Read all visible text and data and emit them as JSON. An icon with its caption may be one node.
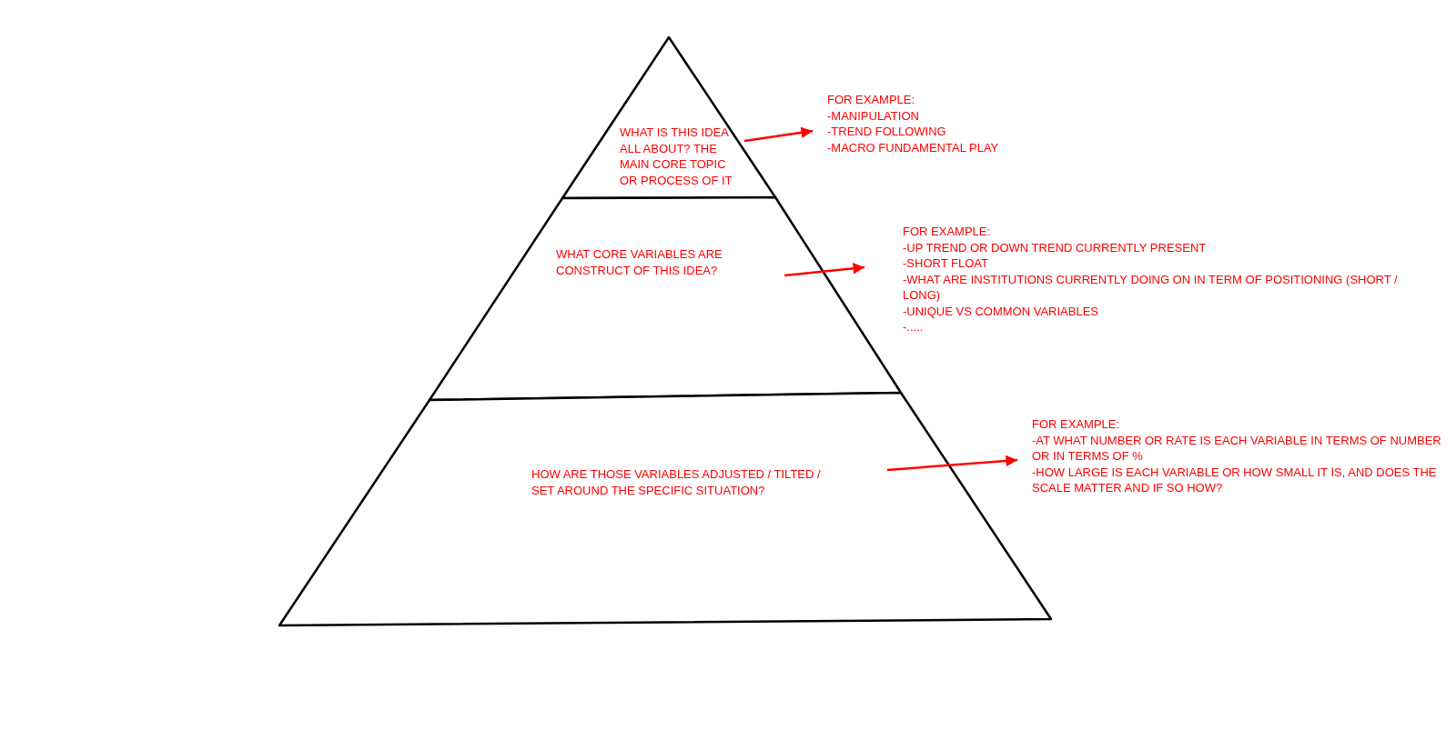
{
  "diagram": {
    "nodes": [
      {
        "text": [
          "WHAT IS THIS IDEA ALL ABOUT? THE MAIN CORE TOPIC OR PROCESS OF IT"
        ]
      },
      {
        "text": [
          "WHAT CORE VARIABLES ARE CONSTRUCT OF THIS IDEA?"
        ]
      },
      {
        "text": [
          "HOW ARE THOSE VARIABLES ADJUSTED / TILTED / SET AROUND THE SPECIFIC SITUATION?"
        ]
      },
      {
        "text": [
          "FOR EXAMPLE:",
          "-MANIPULATION",
          "-TREND FOLLOWING",
          "-MACRO FUNDAMENTAL PLAY"
        ]
      },
      {
        "text": [
          "FOR EXAMPLE:",
          "-UP TREND OR DOWN TREND CURRENTLY PRESENT",
          "-SHORT FLOAT",
          "-WHAT ARE INSTITUTIONS CURRENTLY DOING ON IN TERM OF POSITIONING (SHORT / LONG)",
          "-UNIQUE VS COMMON VARIABLES",
          "-....."
        ]
      },
      {
        "text": [
          "FOR EXAMPLE:",
          "-AT WHAT NUMBER OR RATE IS EACH VARIABLE IN TERMS OF NUMBER OR IN TERMS OF %",
          "-HOW LARGE IS EACH VARIABLE OR HOW SMALL IT IS, AND DOES THE SCALE MATTER AND IF SO HOW?"
        ]
      }
    ],
    "edges": [
      {
        "from": 0,
        "to": 3,
        "arrow": "to"
      },
      {
        "from": 1,
        "to": 4,
        "arrow": "to"
      },
      {
        "from": 2,
        "to": 5,
        "arrow": "to"
      }
    ]
  }
}
